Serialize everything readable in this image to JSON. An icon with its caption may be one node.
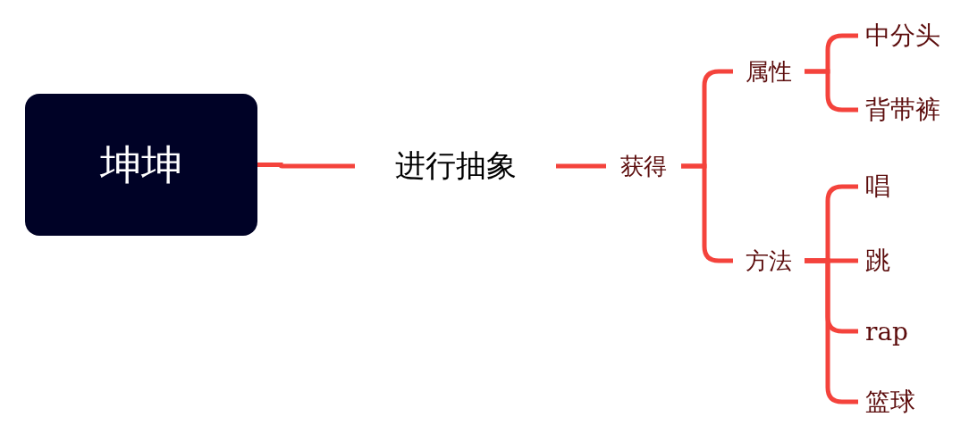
{
  "diagram": {
    "nodes": [
      {
        "text": [
          "坤坤"
        ]
      },
      {
        "text": [
          "进行抽象"
        ]
      },
      {
        "text": [
          "获得"
        ]
      },
      {
        "text": [
          "属性"
        ]
      },
      {
        "text": [
          "方法"
        ]
      },
      {
        "text": [
          "中分头"
        ]
      },
      {
        "text": [
          "背带裤"
        ]
      },
      {
        "text": [
          "唱"
        ]
      },
      {
        "text": [
          "跳"
        ]
      },
      {
        "text": [
          "rap"
        ]
      },
      {
        "text": [
          "篮球"
        ]
      }
    ],
    "edges": [
      {
        "from": 0,
        "to": 1,
        "arrow": "none"
      },
      {
        "from": 1,
        "to": 2,
        "arrow": "none"
      },
      {
        "from": 2,
        "to": 3,
        "arrow": "none"
      },
      {
        "from": 2,
        "to": 4,
        "arrow": "none"
      },
      {
        "from": 3,
        "to": 5,
        "arrow": "none"
      },
      {
        "from": 3,
        "to": 6,
        "arrow": "none"
      },
      {
        "from": 4,
        "to": 7,
        "arrow": "none"
      },
      {
        "from": 4,
        "to": 8,
        "arrow": "none"
      },
      {
        "from": 4,
        "to": 9,
        "arrow": "none"
      },
      {
        "from": 4,
        "to": 10,
        "arrow": "none"
      }
    ]
  }
}
